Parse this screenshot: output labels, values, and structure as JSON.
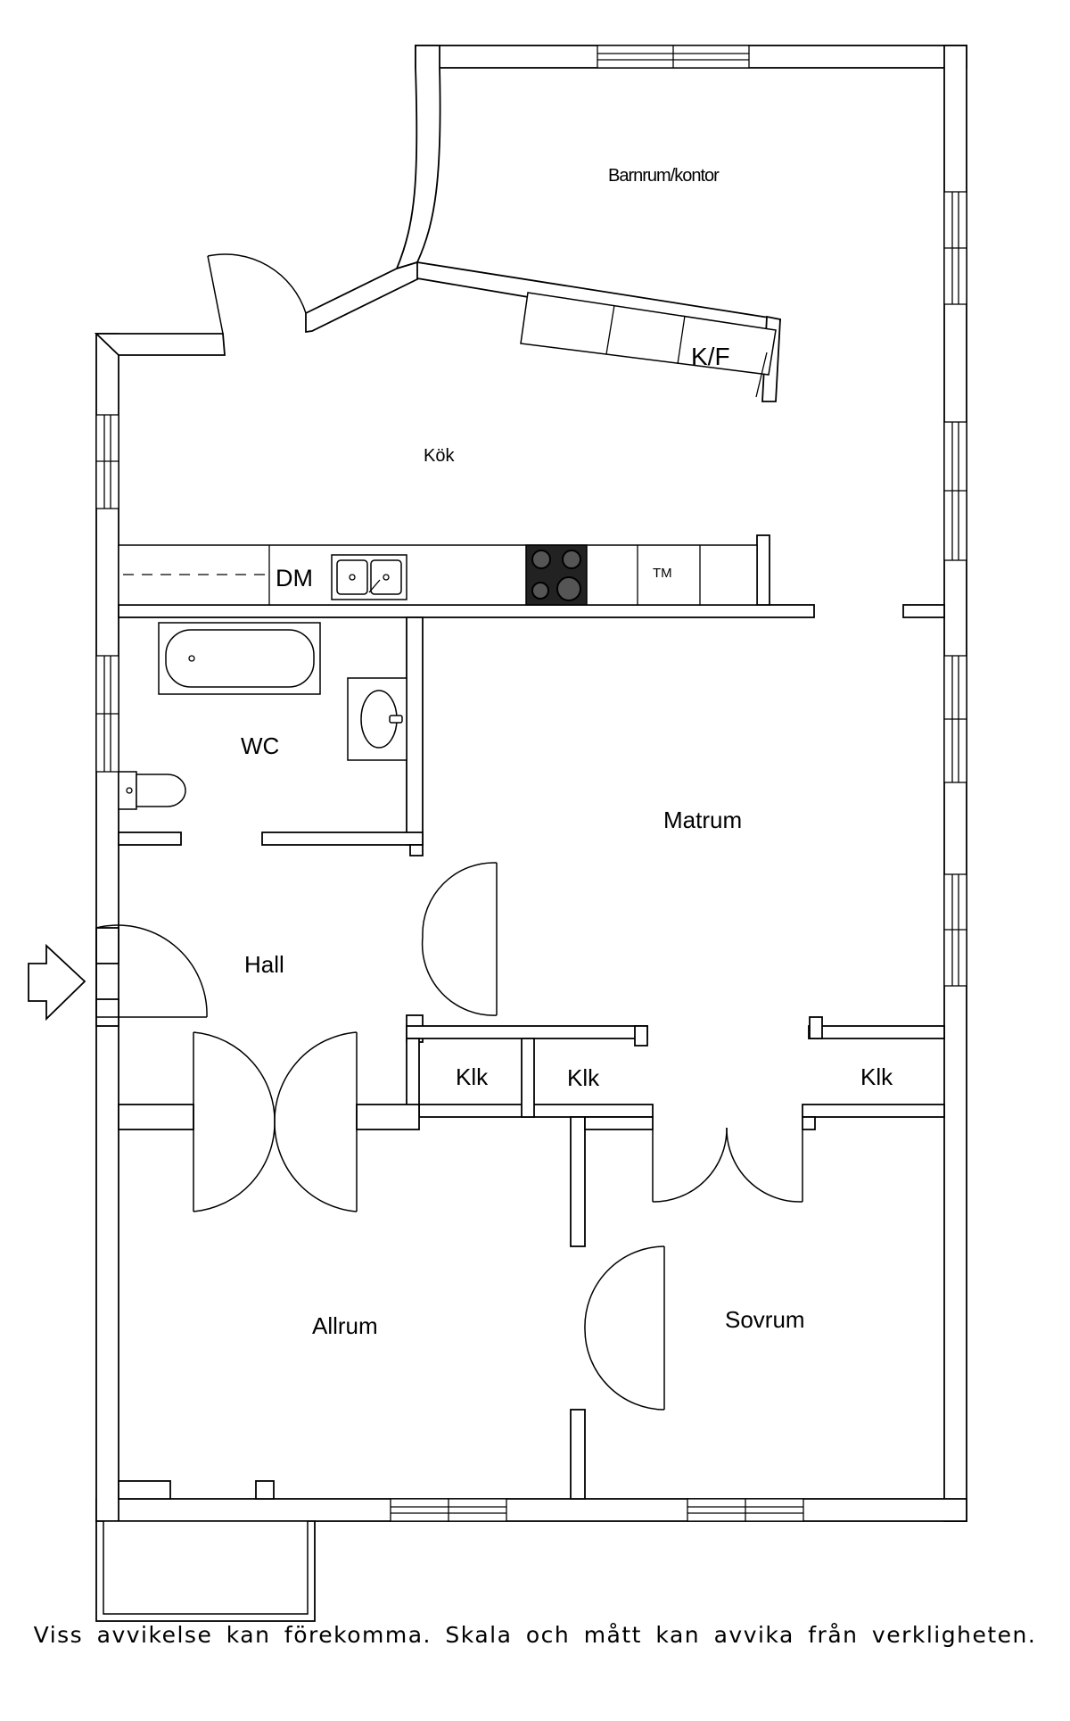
{
  "rooms": {
    "barnrum": "Barnrum/kontor",
    "kok": "Kök",
    "wc": "WC",
    "matrum": "Matrum",
    "hall": "Hall",
    "klk1": "Klk",
    "klk2": "Klk",
    "klk3": "Klk",
    "allrum": "Allrum",
    "sovrum": "Sovrum"
  },
  "appliances": {
    "kf": "K/F",
    "dm": "DM",
    "tm": "TM"
  },
  "disclaimer": "Viss avvikelse kan förekomma. Skala och mått kan avvika från verkligheten."
}
